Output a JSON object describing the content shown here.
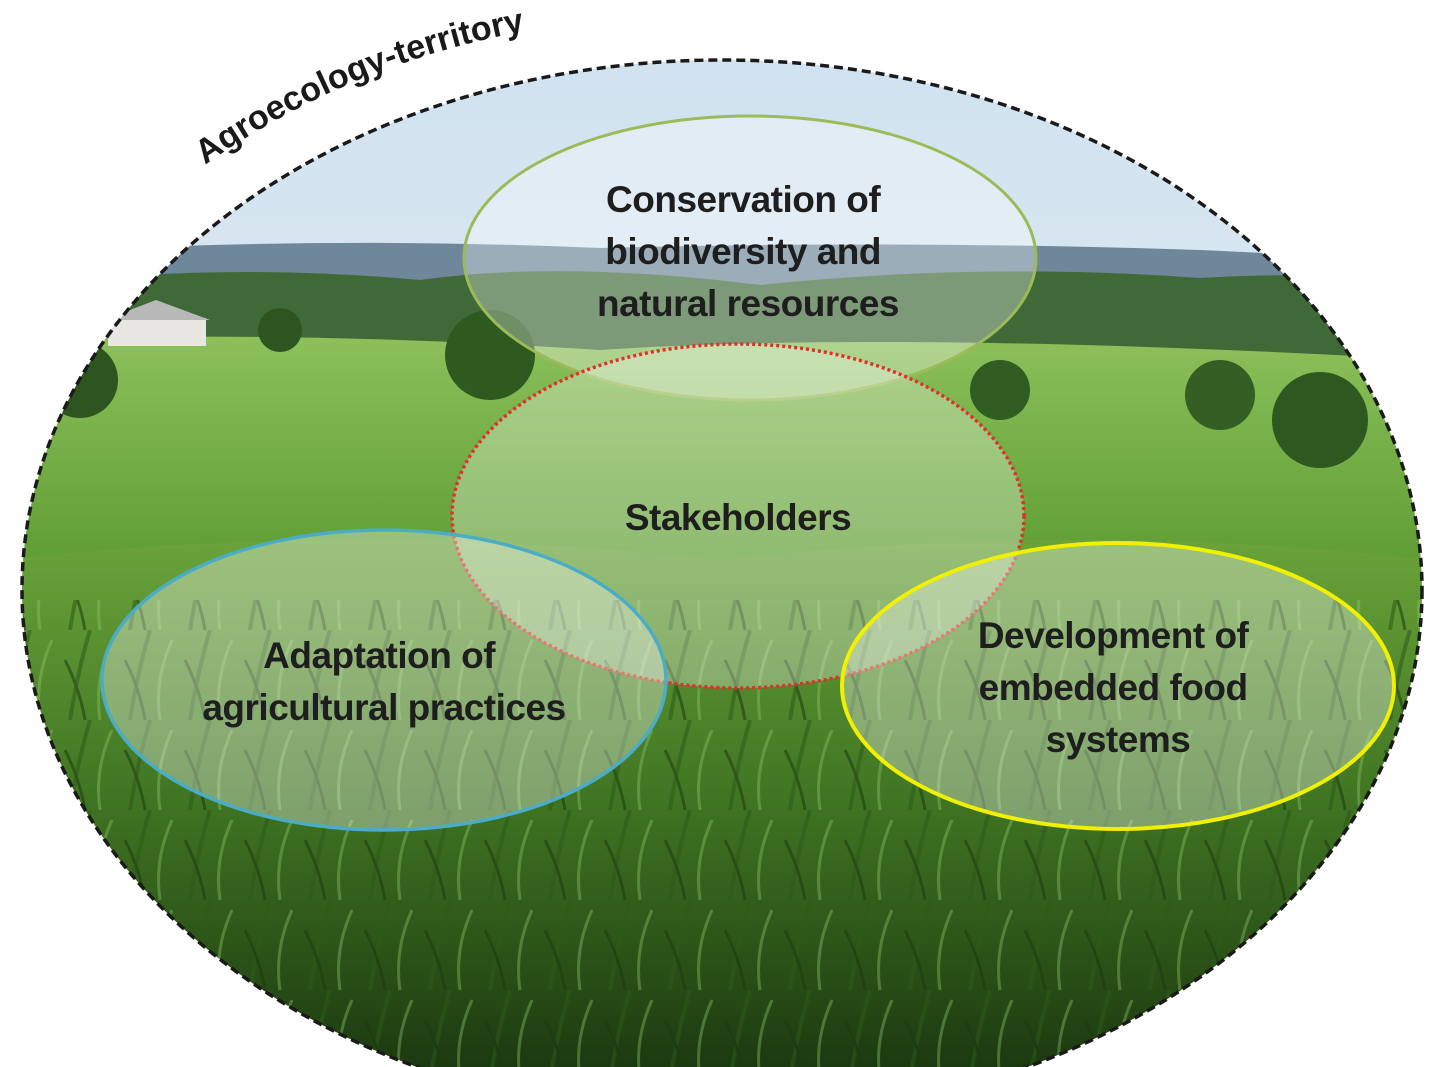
{
  "outer": {
    "label": "Agroecology-territory"
  },
  "circles": {
    "conservation": {
      "lines": [
        "Conservation of",
        "biodiversity and",
        "natural resources"
      ],
      "color": "#9bbb59"
    },
    "stakeholders": {
      "lines": [
        "Stakeholders"
      ],
      "color": "#e0302c"
    },
    "adaptation": {
      "lines": [
        "Adaptation of",
        "agricultural practices"
      ],
      "color": "#4bacc6"
    },
    "development": {
      "lines": [
        "Development of",
        "embedded food",
        "systems"
      ],
      "color": "#f0f000"
    }
  },
  "scene": {
    "sky": "#d9e7f2",
    "hills": "#5d7a8e",
    "forest": "#2f5a22",
    "meadow": "#6fab3e",
    "crop": "#4f8a2a",
    "crop_dark": "#1f3d12"
  }
}
